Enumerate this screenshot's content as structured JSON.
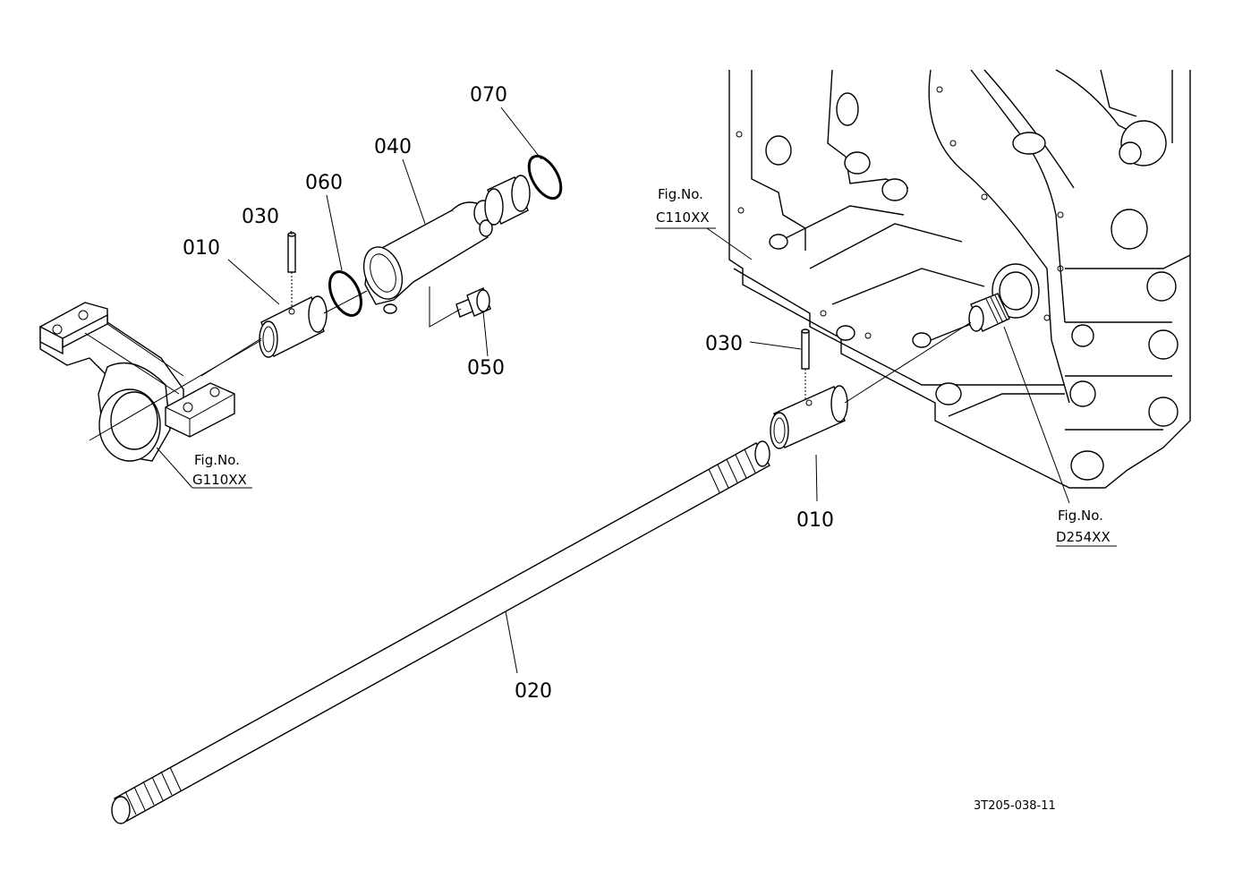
{
  "callouts": {
    "c070": "070",
    "c040": "040",
    "c060": "060",
    "c030_left": "030",
    "c010_left": "010",
    "c050": "050",
    "c030_right": "030",
    "c010_right": "010",
    "c020": "020"
  },
  "fig_refs": {
    "g110": {
      "label": "Fig.No.",
      "code": "G110XX"
    },
    "c110": {
      "label": "Fig.No.",
      "code": "C110XX"
    },
    "d254": {
      "label": "Fig.No.",
      "code": "D254XX"
    }
  },
  "drawing_id": "3T205-038-11"
}
